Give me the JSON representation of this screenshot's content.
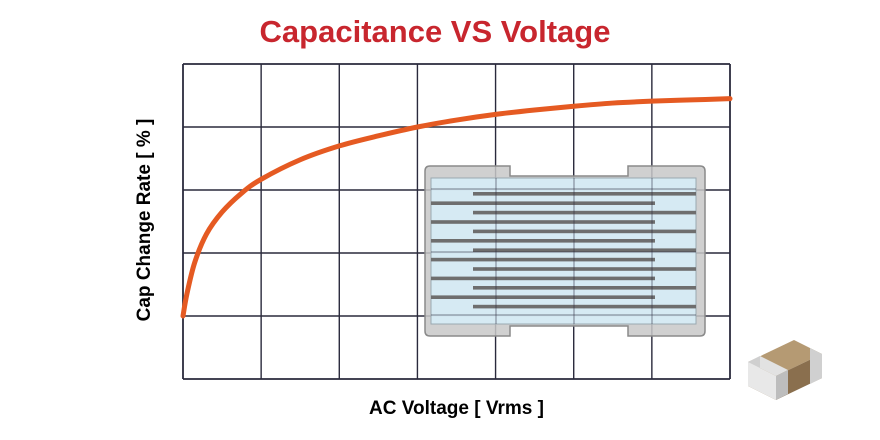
{
  "chart_data": {
    "type": "line",
    "title": "Capacitance VS Voltage",
    "xlabel": "AC Voltage [ Vrms ]",
    "ylabel": "Cap Change Rate [ % ]",
    "x_ticks_labeled": false,
    "y_ticks_labeled": false,
    "grid": true,
    "xlim": [
      0,
      7
    ],
    "ylim": [
      0,
      5
    ],
    "series": [
      {
        "color": "#e55a22",
        "x": [
          0,
          0.05,
          0.15,
          0.3,
          0.5,
          0.75,
          1,
          1.5,
          2,
          2.5,
          3,
          3.5,
          4,
          4.5,
          5,
          5.5,
          6,
          6.5,
          7
        ],
        "y": [
          1.0,
          1.35,
          1.85,
          2.3,
          2.65,
          2.95,
          3.17,
          3.48,
          3.7,
          3.86,
          4.0,
          4.11,
          4.2,
          4.27,
          4.33,
          4.38,
          4.41,
          4.43,
          4.45
        ]
      }
    ],
    "colors": {
      "title": "#c8262e",
      "line": "#e55a22",
      "grid": "#2a2a3c"
    },
    "illustration_icons": [
      "mlcc-cross-section-icon",
      "mlcc-chip-icon"
    ]
  }
}
